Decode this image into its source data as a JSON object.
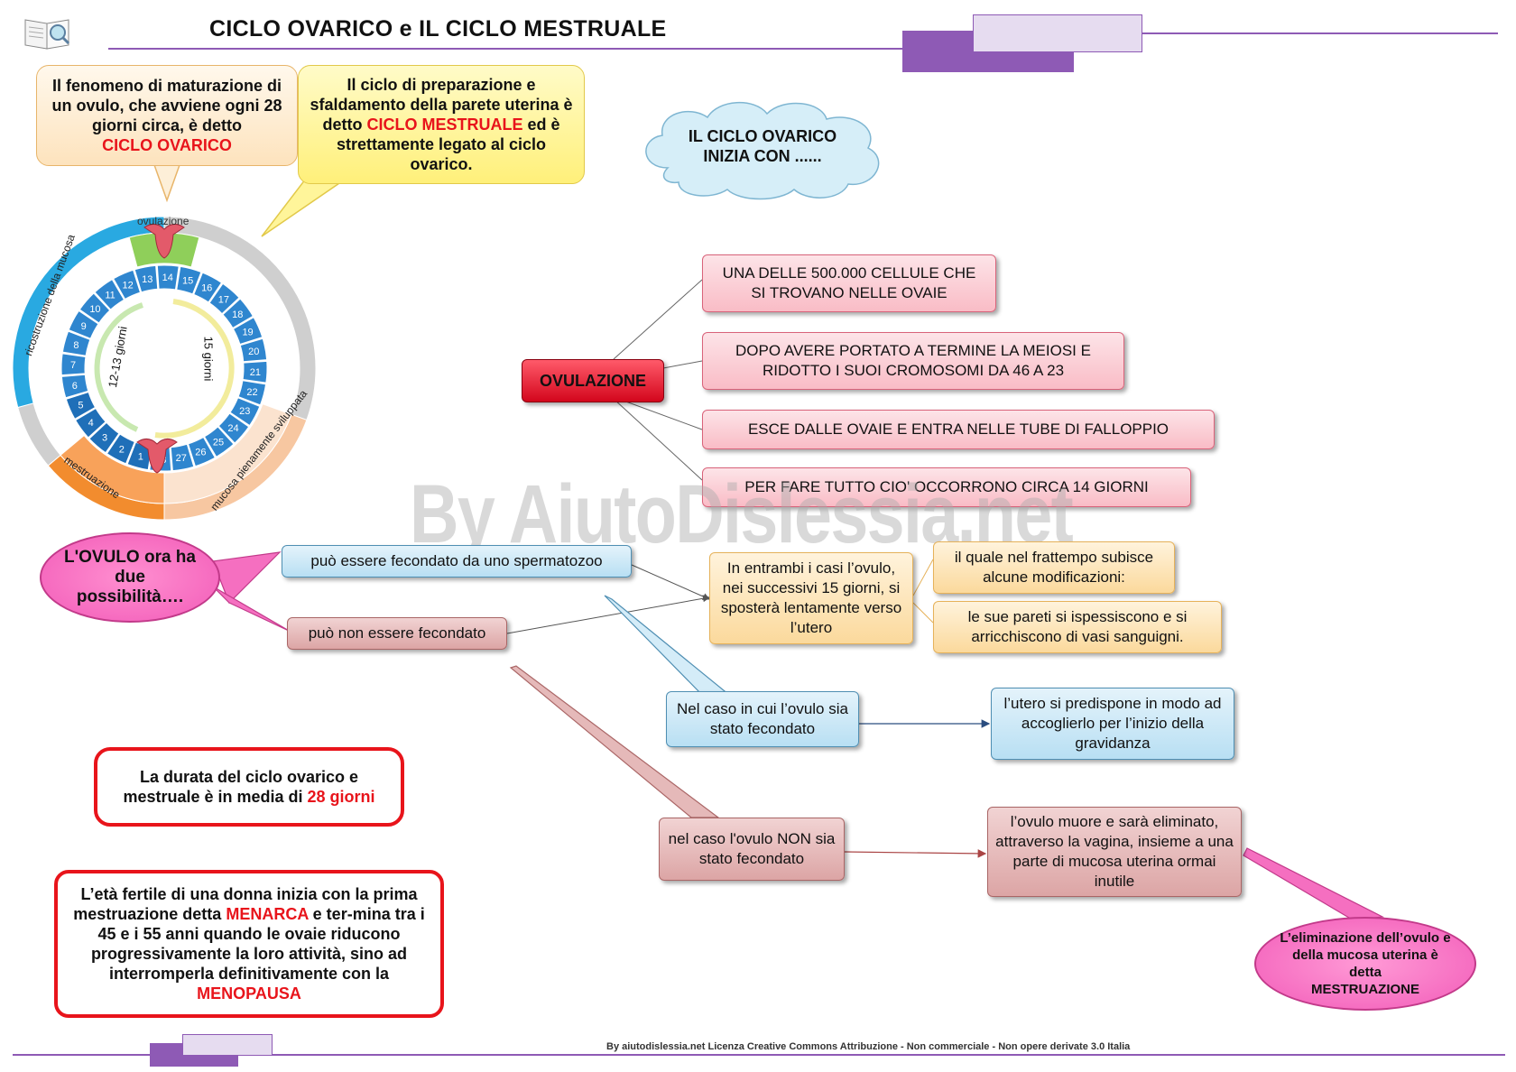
{
  "header": {
    "title": "CICLO OVARICO e IL CICLO MESTRUALE",
    "book_icon": "book-magnifier-icon"
  },
  "callouts": {
    "ovarian_cycle": {
      "text": "Il fenomeno di maturazione di un ovulo, che avviene ogni 28 giorni circa, è detto",
      "highlight": "CICLO OVARICO"
    },
    "menstrual_cycle": {
      "text_a": "Il ciclo di preparazione e sfaldamento della parete uterina è detto",
      "highlight": "CICLO MESTRUALE",
      "text_b": "ed è strettamente legato al ciclo ovarico."
    },
    "cloud": "IL CICLO OVARICO INIZIA CON ......"
  },
  "wheel": {
    "days": [
      "1",
      "2",
      "3",
      "4",
      "5",
      "6",
      "7",
      "8",
      "9",
      "10",
      "11",
      "12",
      "13",
      "14",
      "15",
      "16",
      "17",
      "18",
      "19",
      "20",
      "21",
      "22",
      "23",
      "24",
      "25",
      "26",
      "27",
      "28"
    ],
    "label_left": "12-13 giorni",
    "label_right": "15 giorni",
    "arc_top": "ovulazione",
    "arc_left": "ricostruzione della mucosa",
    "arc_bottom_left": "mestruazione",
    "arc_bottom_right": "mucosa pienamente sviluppata"
  },
  "ovulation": {
    "center": "OVULAZIONE",
    "items": [
      "UNA DELLE 500.000 CELLULE CHE SI TROVANO NELLE OVAIE",
      "DOPO AVERE PORTATO A TERMINE LA MEIOSI E RIDOTTO I SUOI CROMOSOMI DA 46 A 23",
      "ESCE DALLE OVAIE E ENTRA NELLE TUBE DI FALLOPPIO",
      "PER FARE TUTTO CIO' OCCORRONO CIRCA 14 GIORNI"
    ]
  },
  "watermark": "By AiutoDislessia.net",
  "ovulo": {
    "bubble": "L'OVULO ora ha due possibilità….",
    "option_fertilized": "può essere fecondato da uno spermatozoo",
    "option_not_fertilized": "può non essere fecondato",
    "both_cases": "In entrambi i casi l’ovulo, nei successivi 15 giorni, si sposterà lentamente verso l’utero",
    "modifications": "il quale nel frattempo subisce alcune modificazioni:",
    "walls": "le sue pareti si ispessiscono e si arricchiscono di vasi sanguigni.",
    "case_fertilized": "Nel caso in cui l’ovulo sia stato fecondato",
    "uterus_ready": "l’utero si predispone in modo ad accoglierlo per l’inizio della gravidanza",
    "case_not_fertilized": "nel caso l'ovulo NON sia stato fecondato",
    "ovum_dies": "l’ovulo muore e sarà eliminato, attraverso la vagina, insieme a una parte di mucosa uterina ormai inutile",
    "menstruation_bubble_text": "L’eliminazione dell’ovulo e della mucosa uterina è detta",
    "menstruation_bubble_highlight": "MESTRUAZIONE"
  },
  "duration": {
    "text": "La durata del ciclo ovarico e mestruale è in media di",
    "highlight": "28 giorni"
  },
  "fertile": {
    "text_a": "L’età fertile di una donna  inizia con la prima mestruazione detta",
    "highlight_a": "MENARCA",
    "text_b": "e ter-mina tra i 45 e i 55 anni quando le ovaie riducono progressivamente la loro attività, sino ad interromperla definitivamente con la",
    "highlight_b": "MENOPAUSA"
  },
  "footer": "By aiutodislessia.net Licenza Creative Commons Attribuzione - Non commerciale - Non opere derivate 3.0 Italia",
  "colors": {
    "accent": "#8e5ab5",
    "accent_light": "#e6dcf0",
    "red": "#e8141b"
  }
}
